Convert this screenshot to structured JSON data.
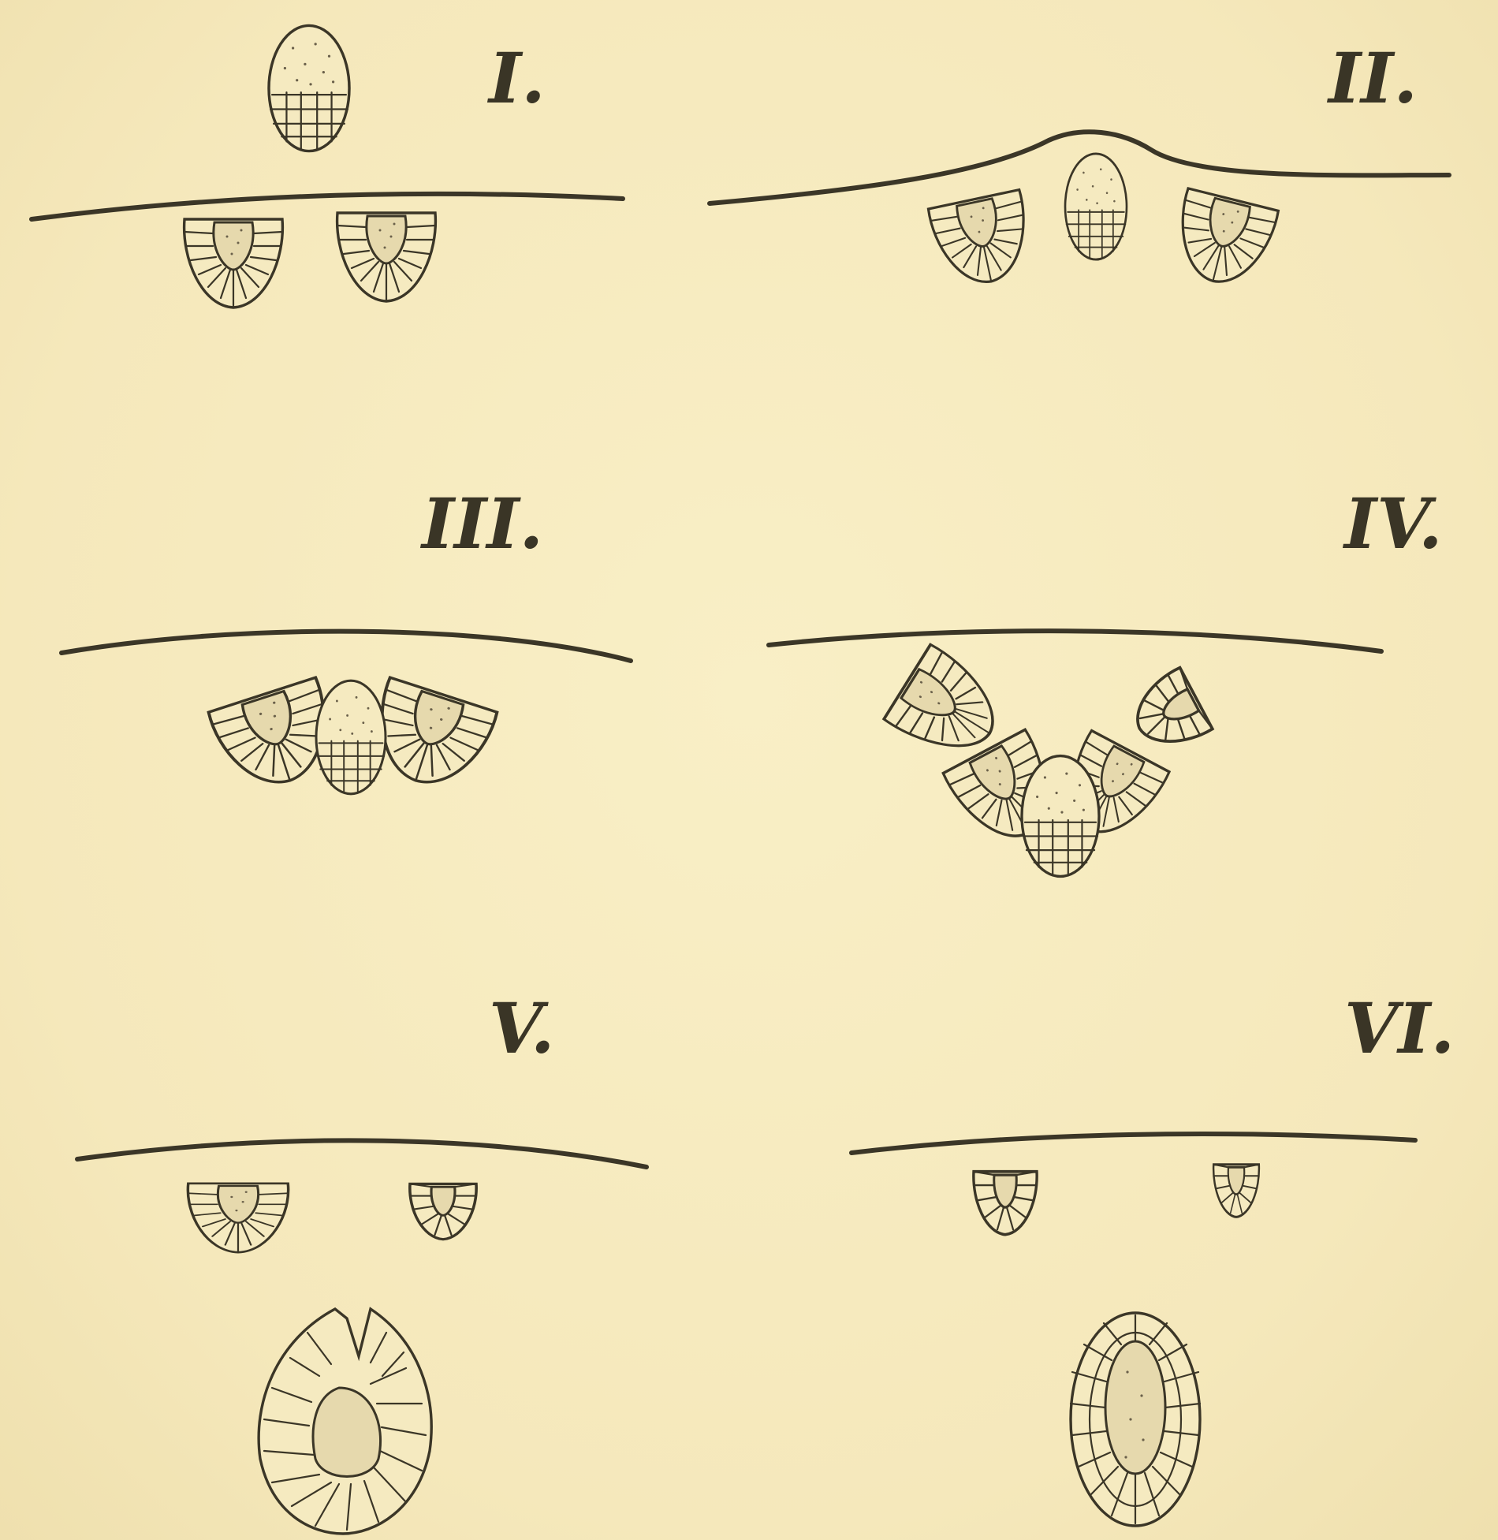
{
  "figure": {
    "panels": [
      {
        "id": "panel-1",
        "label": "I."
      },
      {
        "id": "panel-2",
        "label": "II."
      },
      {
        "id": "panel-3",
        "label": "III."
      },
      {
        "id": "panel-4",
        "label": "IV."
      },
      {
        "id": "panel-5",
        "label": "V."
      },
      {
        "id": "panel-6",
        "label": "VI."
      }
    ]
  },
  "colors": {
    "paper": "#f7ecc1",
    "ink": "#3b3627"
  }
}
